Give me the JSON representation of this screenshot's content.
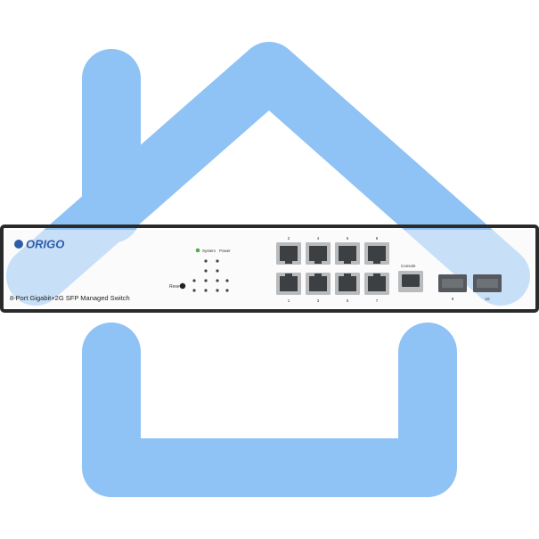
{
  "colors": {
    "house": "#8fc2f5",
    "background": "#ffffff",
    "chassis_border": "#2a2a2a",
    "chassis_face": "#f7f8fa",
    "port_shell": "#b9bbbd",
    "port_cavity": "#3c4043",
    "sfp_cage": "#55595d",
    "brand": "#2d5ea8",
    "led_green": "#4caf50"
  },
  "icons": {
    "house": "house-outline-icon"
  },
  "device": {
    "brand": "ORIGO",
    "model_label": "8-Port Gigabit+2G SFP Managed Switch",
    "reset_label": "Reset",
    "console_label": "Console",
    "led_header": [
      "System",
      "Power"
    ],
    "port_top_numbers": [
      "2",
      "4",
      "6",
      "8"
    ],
    "port_bottom_numbers": [
      "1",
      "3",
      "5",
      "7"
    ],
    "sfp_numbers": [
      "9",
      "10"
    ]
  }
}
